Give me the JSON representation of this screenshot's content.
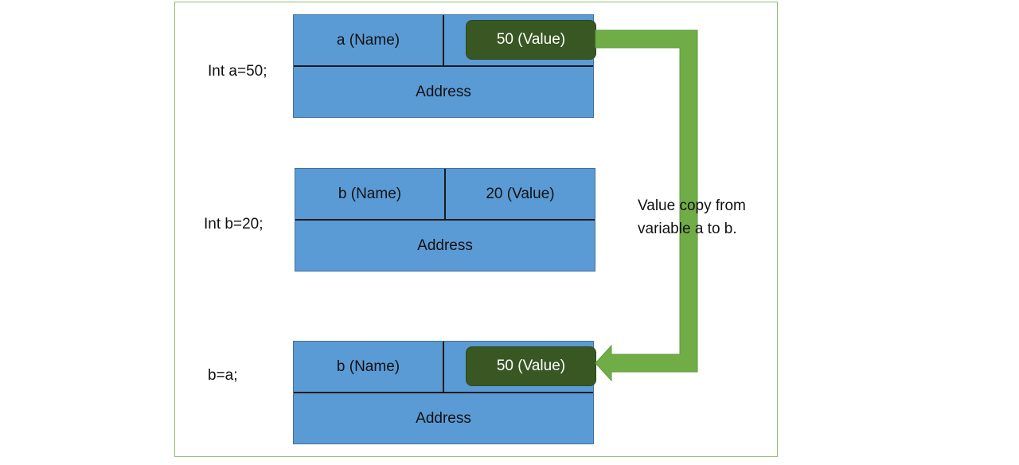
{
  "statements": {
    "s1": "Int a=50;",
    "s2": "Int b=20;",
    "s3": "b=a;"
  },
  "blocks": [
    {
      "name": "a (Name)",
      "value": "50 (Value)",
      "address": "Address"
    },
    {
      "name": "b (Name)",
      "value": "20 (Value)",
      "address": "Address"
    },
    {
      "name": "b (Name)",
      "value": "50 (Value)",
      "address": "Address"
    }
  ],
  "note": {
    "line1": "Value copy from",
    "line2": "variable a to b."
  },
  "colors": {
    "cell_fill": "#5b9bd5",
    "highlight_fill": "#385723",
    "arrow": "#70ad47"
  }
}
